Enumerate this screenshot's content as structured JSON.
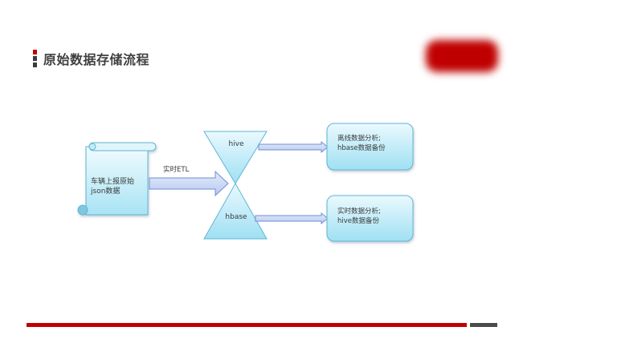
{
  "header": {
    "title": "原始数据存储流程"
  },
  "diagram": {
    "source_line1": "车辆上报原始",
    "source_line2": "json数据",
    "edge_label": "实时ETL",
    "hive_label": "hive",
    "hbase_label": "hbase",
    "offline_line1": "离线数据分析;",
    "offline_line2": "hbase数据备份",
    "realtime_line1": "实时数据分析;",
    "realtime_line2": "hive数据备份"
  },
  "colors": {
    "brand_red": "#c00000",
    "dark_gray": "#4a4a4a",
    "shape_fill_top": "#e6f7fd",
    "shape_fill_bottom": "#9fe0f3",
    "shape_stroke": "#5fb6d6",
    "arrow_fill": "#c9d8f5",
    "arrow_stroke": "#6f8fd0"
  },
  "logo": {
    "icon": "brand-logo-blurred"
  }
}
